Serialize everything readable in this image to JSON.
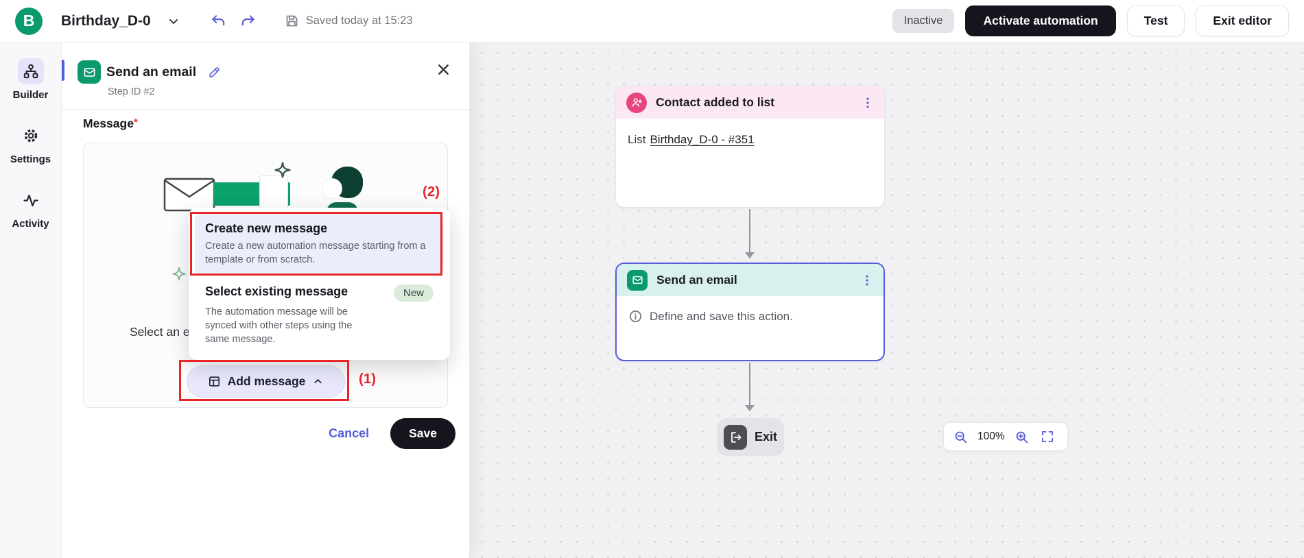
{
  "topbar": {
    "logo_letter": "B",
    "title": "Birthday_D-0",
    "saved_status": "Saved today at 15:23",
    "status_badge": "Inactive",
    "activate_button": "Activate automation",
    "test_button": "Test",
    "exit_editor_button": "Exit editor"
  },
  "sidebar": {
    "items": [
      {
        "label": "Builder"
      },
      {
        "label": "Settings"
      },
      {
        "label": "Activity"
      }
    ]
  },
  "panel": {
    "title": "Send an email",
    "step_id": "Step ID #2",
    "message_label": "Message",
    "required_asterisk": "*",
    "partial_select_text": "Select an e",
    "add_message_button": "Add message",
    "cancel_button": "Cancel",
    "save_button": "Save",
    "dropdown": {
      "create_new_title": "Create new message",
      "create_new_description": "Create a new automation message starting from a template or from scratch.",
      "select_existing_title": "Select existing message",
      "select_existing_badge": "New",
      "select_existing_description": "The automation message will be synced with other steps using the same message."
    }
  },
  "annotations": {
    "label_1": "(1)",
    "label_2": "(2)"
  },
  "canvas": {
    "contact_node": {
      "title": "Contact added to list",
      "body_prefix": "List",
      "body_link": "Birthday_D-0 - #351"
    },
    "email_node": {
      "title": "Send an email",
      "body": "Define and save this action."
    },
    "exit_node": {
      "label": "Exit"
    },
    "zoom_level": "100%"
  },
  "colors": {
    "brand_green": "#0b996e",
    "accent_purple": "#575cd8",
    "brand_pink": "#e6457e",
    "annotation_red": "#e8262a"
  }
}
